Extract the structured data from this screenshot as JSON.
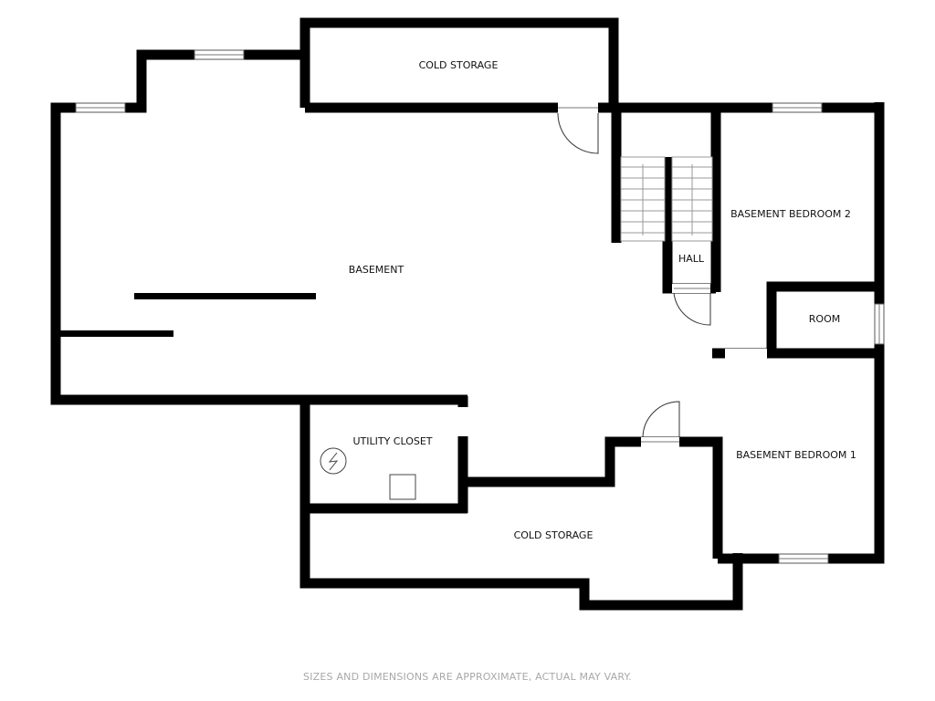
{
  "rooms": {
    "cold_storage_top": "COLD STORAGE",
    "basement": "BASEMENT",
    "basement_bedroom_2": "BASEMENT BEDROOM 2",
    "hall": "HALL",
    "room": "ROOM",
    "utility_closet": "UTILITY CLOSET",
    "basement_bedroom_1": "BASEMENT BEDROOM 1",
    "cold_storage_bottom": "COLD STORAGE"
  },
  "footer": {
    "disclaimer": "SIZES AND DIMENSIONS ARE APPROXIMATE, ACTUAL MAY VARY."
  },
  "colors": {
    "wall": "#000000",
    "background": "#ffffff",
    "footer_text": "#a8a8a8"
  },
  "icons": {
    "water_heater": "water-heater-icon",
    "furnace": "furnace-icon"
  }
}
